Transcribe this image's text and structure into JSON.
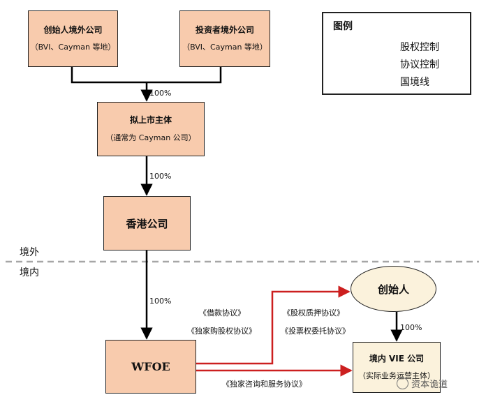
{
  "legend": {
    "title": "图例",
    "items": [
      {
        "label": "股权控制",
        "color": "#000000",
        "style": "arrow"
      },
      {
        "label": "协议控制",
        "color": "#cc1f1f",
        "style": "arrow"
      },
      {
        "label": "国境线",
        "color": "#a6a6a6",
        "style": "dashed"
      }
    ]
  },
  "nodes": {
    "founder_offshore": {
      "title": "创始人境外公司",
      "sub": "（BVI、Cayman 等地）"
    },
    "investor_offshore": {
      "title": "投资者境外公司",
      "sub": "（BVI、Cayman 等地）"
    },
    "listing_entity": {
      "title": "拟上市主体",
      "sub": "（通常为 Cayman 公司）"
    },
    "hk_company": {
      "title": "香港公司"
    },
    "wfoe": {
      "title": "WFOE"
    },
    "founder": {
      "title": "创始人"
    },
    "vie": {
      "title": "境内 VIE 公司",
      "sub": "（实际业务运营主体）"
    }
  },
  "edges": {
    "to_listing_pct": "100%",
    "to_hk_pct": "100%",
    "to_wfoe_pct": "100%",
    "founder_to_vie_pct": "100%"
  },
  "agreements": {
    "loan": "《借款协议》",
    "exclusive_purchase": "《独家购股权协议》",
    "equity_pledge": "《股权质押协议》",
    "voting_proxy": "《投票权委托协议》",
    "exclusive_service": "《独家咨询和服务协议》"
  },
  "regions": {
    "offshore": "境外",
    "onshore": "境内"
  },
  "watermark": "资本诡道",
  "colors": {
    "box_fill": "#f8cbad",
    "light_fill": "#fbf2dc",
    "equity": "#000000",
    "agreement": "#cc1f1f",
    "border_line": "#a6a6a6"
  }
}
